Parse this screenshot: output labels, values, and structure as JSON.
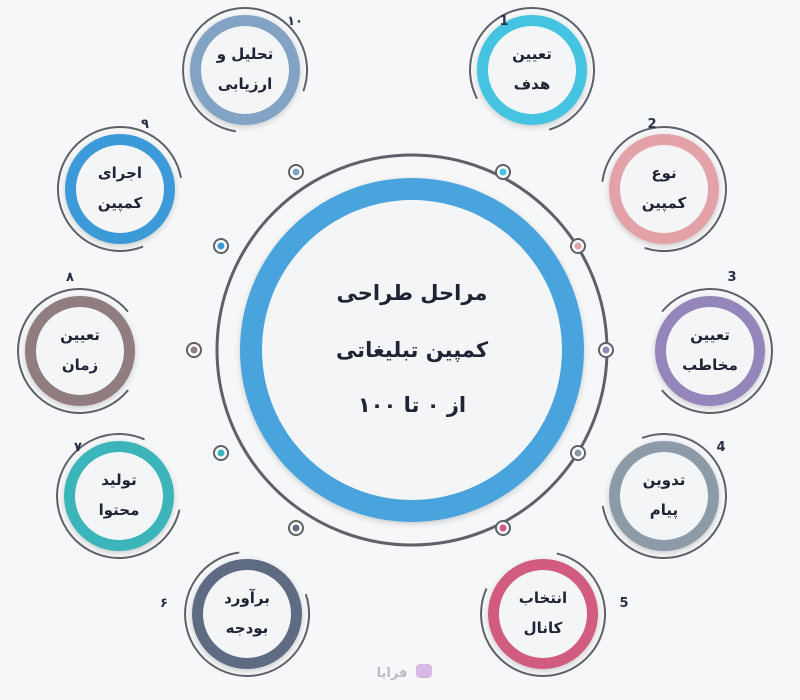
{
  "diagram": {
    "title_lines": [
      "مراحل طراحی",
      "کمپین تبلیغاتی",
      "از ۰ تا ۱۰۰"
    ],
    "steps": [
      {
        "number": "1",
        "lines": [
          "تعیین",
          "هدف"
        ],
        "color": "#45c4e2"
      },
      {
        "number": "2",
        "lines": [
          "نوع",
          "کمپین"
        ],
        "color": "#e3a1a8"
      },
      {
        "number": "3",
        "lines": [
          "تعیین",
          "مخاطب"
        ],
        "color": "#9486bb"
      },
      {
        "number": "4",
        "lines": [
          "تدوین",
          "پیام"
        ],
        "color": "#8d9aa8"
      },
      {
        "number": "5",
        "lines": [
          "انتخاب",
          "کانال"
        ],
        "color": "#d25b80"
      },
      {
        "number": "۶",
        "lines": [
          "برآورد",
          "بودجه"
        ],
        "color": "#5e6b83"
      },
      {
        "number": "۷",
        "lines": [
          "تولید",
          "محتوا"
        ],
        "color": "#3bb4ba"
      },
      {
        "number": "۸",
        "lines": [
          "تعیین",
          "زمان"
        ],
        "color": "#8f7d7f"
      },
      {
        "number": "۹",
        "lines": [
          "اجرای",
          "کمپین"
        ],
        "color": "#3d9ad8"
      },
      {
        "number": "۱۰",
        "lines": [
          "تحلیل و",
          "ارزیابی"
        ],
        "color": "#83a3c4"
      }
    ],
    "logo_text": "فرایا"
  },
  "colors": {
    "center_ring": "#4aa3dc",
    "outer_ring": "#5f6168",
    "background": "#f6f7f8",
    "text": "#1f2333"
  }
}
